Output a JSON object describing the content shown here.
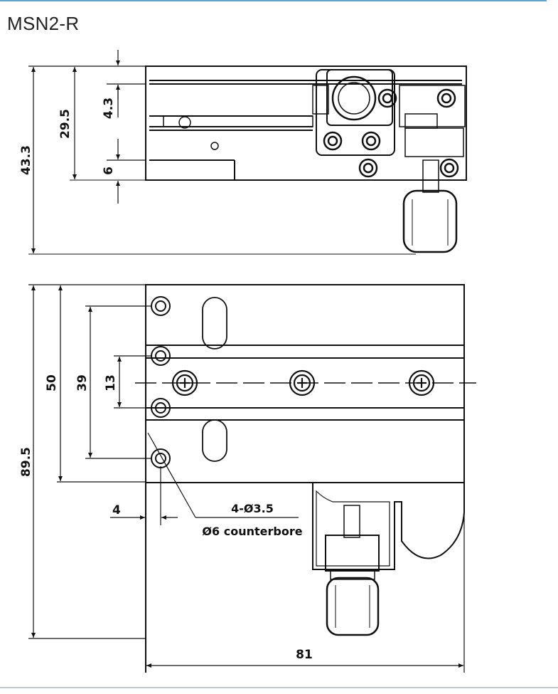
{
  "title": "MSN2-R",
  "side_view": {
    "dims": {
      "d1": "43.3",
      "d2": "29.5",
      "d3": "4.3",
      "d4": "6"
    }
  },
  "top_view": {
    "dims": {
      "d1": "50",
      "d2": "39",
      "d3": "13",
      "d4": "89.5",
      "d5": "4",
      "d6": "81"
    },
    "hole_note_line1": "4-Ø3.5",
    "hole_note_line2": "Ø6 counterbore"
  }
}
